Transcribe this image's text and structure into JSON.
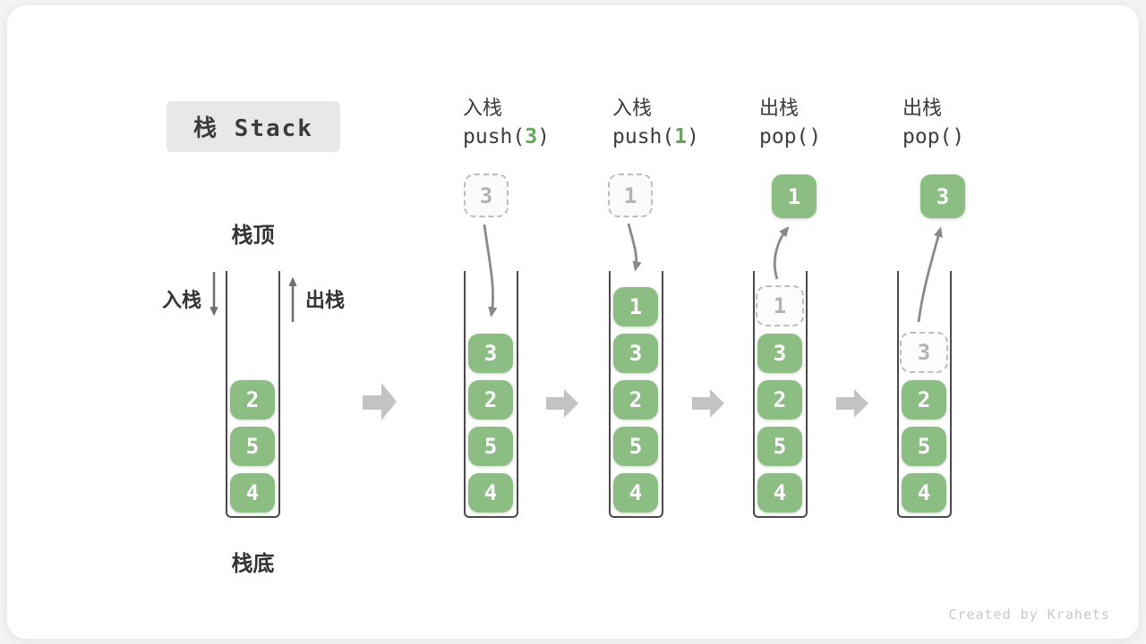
{
  "title": "栈 Stack",
  "watermark": "Created by Krahets",
  "labels": {
    "stack_top": "栈顶",
    "stack_bottom": "栈底",
    "push_side": "入栈",
    "pop_side": "出栈"
  },
  "operations": [
    {
      "label": "入栈",
      "fn": "push(",
      "arg": "3",
      "close": ")"
    },
    {
      "label": "入栈",
      "fn": "push(",
      "arg": "1",
      "close": ")"
    },
    {
      "label": "出栈",
      "fn": "pop(",
      "arg": "",
      "close": ")"
    },
    {
      "label": "出栈",
      "fn": "pop(",
      "arg": "",
      "close": ")"
    }
  ],
  "stacks": [
    {
      "cells": [
        "2",
        "5",
        "4"
      ]
    },
    {
      "floating": "3",
      "cells": [
        "3",
        "2",
        "5",
        "4"
      ]
    },
    {
      "floating": "1",
      "cells": [
        "1",
        "3",
        "2",
        "5",
        "4"
      ]
    },
    {
      "floating": "1",
      "ghost": "1",
      "cells": [
        "3",
        "2",
        "5",
        "4"
      ]
    },
    {
      "floating": "3",
      "ghost": "3",
      "cells": [
        "2",
        "5",
        "4"
      ]
    }
  ],
  "colors": {
    "cell_green": "#8CBE84",
    "arg_green": "#5FA857",
    "block_arrow_gray": "#C3C3C3",
    "curve_arrow_gray": "#8A8A8A",
    "title_bg": "#E8E8E8",
    "text_dark": "#3A3A3A",
    "ghost_border": "#BDBDBD",
    "ghost_text": "#B3B3B3",
    "watermark_gray": "#C8C8C8"
  }
}
